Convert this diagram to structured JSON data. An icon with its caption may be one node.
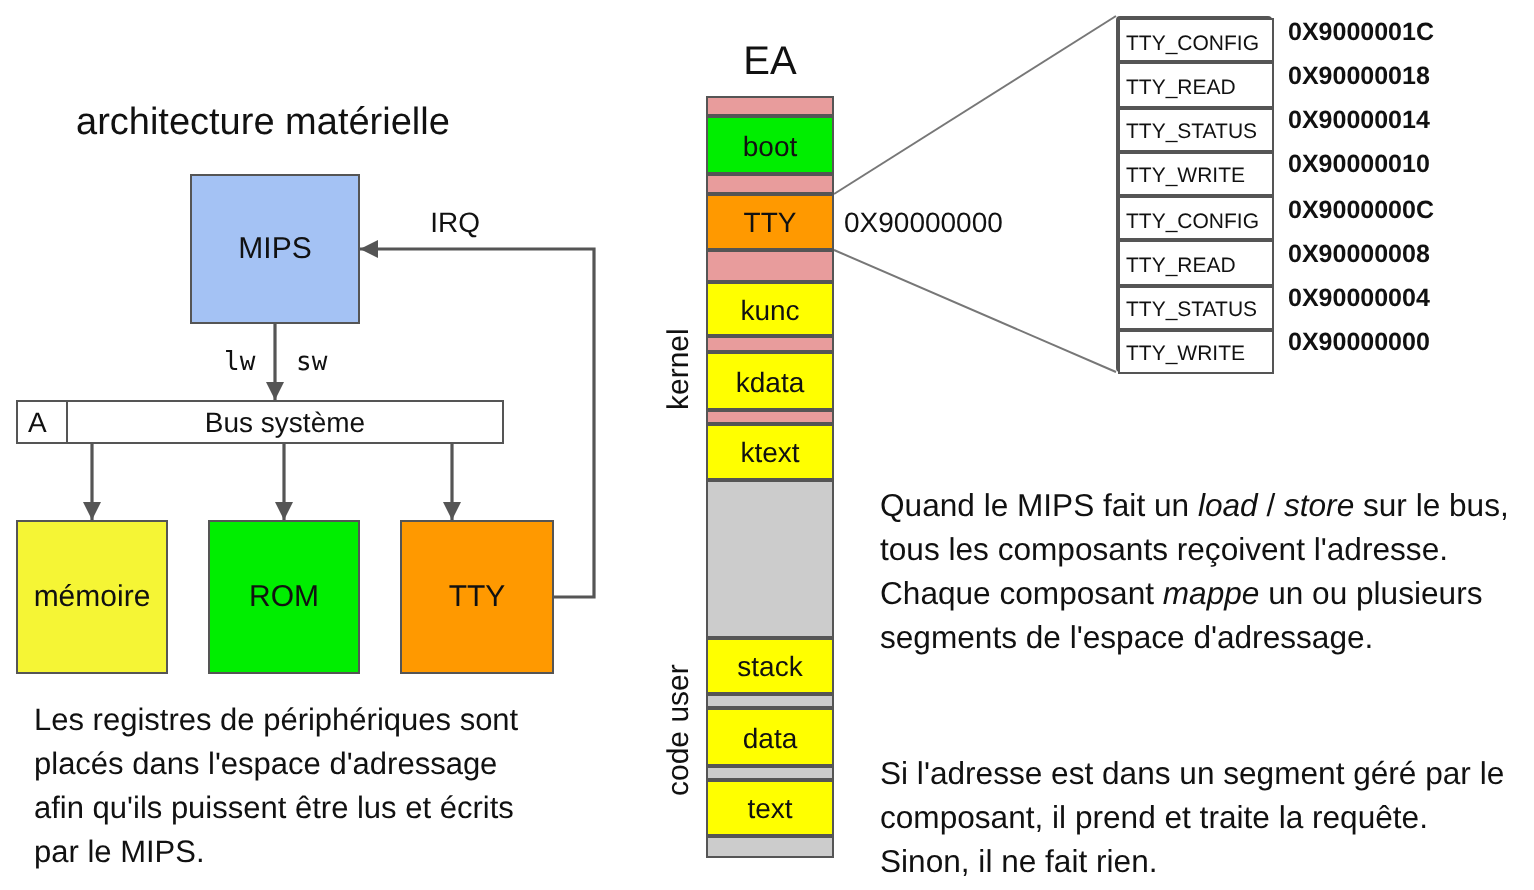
{
  "diagram": {
    "title": "architecture matérielle",
    "nodes": [
      {
        "text": [
          "MIPS"
        ]
      },
      {
        "text": [
          "A",
          "Bus système"
        ]
      },
      {
        "text": [
          "mémoire"
        ]
      },
      {
        "text": [
          "ROM"
        ]
      },
      {
        "text": [
          "TTY"
        ]
      },
      {
        "text": [
          "EA"
        ]
      },
      {
        "text": [],
        "shape": "bar",
        "in": 5
      },
      {
        "text": [
          "boot"
        ],
        "in": 5
      },
      {
        "text": [],
        "shape": "bar",
        "in": 5
      },
      {
        "text": [
          "TTY"
        ],
        "in": 5,
        "beside": [
          "0X90000000"
        ]
      },
      {
        "text": [],
        "shape": "bar",
        "in": 5
      },
      {
        "text": [
          "kunc"
        ],
        "in": 5
      },
      {
        "text": [],
        "shape": "bar",
        "in": 5
      },
      {
        "text": [
          "kdata"
        ],
        "in": 5
      },
      {
        "text": [],
        "shape": "bar",
        "in": 5
      },
      {
        "text": [
          "ktext"
        ],
        "in": 5
      },
      {
        "text": [],
        "shape": "bar",
        "in": 5
      },
      {
        "text": [
          "stack"
        ],
        "in": 5
      },
      {
        "text": [],
        "shape": "bar",
        "in": 5
      },
      {
        "text": [
          "data"
        ],
        "in": 5
      },
      {
        "text": [],
        "shape": "bar",
        "in": 5
      },
      {
        "text": [
          "text"
        ],
        "in": 5
      },
      {
        "text": [],
        "shape": "bar",
        "in": 5
      },
      {
        "text": [],
        "shape": "box"
      },
      {
        "text": [
          "TTY_CONFIG"
        ],
        "in": 23,
        "beside": [
          "0X9000001C"
        ]
      },
      {
        "text": [
          "TTY_READ"
        ],
        "in": 23,
        "beside": [
          "0X90000018"
        ]
      },
      {
        "text": [
          "TTY_STATUS"
        ],
        "in": 23,
        "beside": [
          "0X90000014"
        ]
      },
      {
        "text": [
          "TTY_WRITE"
        ],
        "in": 23,
        "beside": [
          "0X90000010"
        ]
      },
      {
        "text": [
          "TTY_CONFIG"
        ],
        "in": 23,
        "beside": [
          "0X9000000C"
        ]
      },
      {
        "text": [
          "TTY_READ"
        ],
        "in": 23,
        "beside": [
          "0X90000008"
        ]
      },
      {
        "text": [
          "TTY_STATUS"
        ],
        "in": 23,
        "beside": [
          "0X90000004"
        ]
      },
      {
        "text": [
          "TTY_WRITE"
        ],
        "in": 23,
        "beside": [
          "0X90000000"
        ]
      }
    ],
    "edges": [
      {
        "from": 0,
        "to": 1,
        "arrow": "to"
      },
      {
        "from": 1,
        "to": 2,
        "arrow": "to"
      },
      {
        "from": 1,
        "to": 3,
        "arrow": "to"
      },
      {
        "from": 1,
        "to": 4,
        "arrow": "to"
      },
      {
        "from": 4,
        "to": 0,
        "arrow": "to",
        "label": "IRQ"
      },
      {
        "from": 9,
        "to": 23,
        "arrow": "none"
      },
      {
        "from": 9,
        "to": 23,
        "arrow": "none"
      }
    ],
    "labels": [
      "lw",
      "sw",
      "kernel",
      "code user",
      "Les registres de périphériques sont placés dans l'espace d'adressage afin qu'ils puissent être lus et écrits par le MIPS.",
      "Quand le MIPS fait un *load* / *store* sur le bus, tous les composants reçoivent l'adresse. Chaque composant *mappe* un ou plusieurs segments de l'espace d'adressage.",
      "Si l'adresse est dans un segment géré par le composant, il prend et traite la requête. Sinon, il ne fait rien."
    ]
  }
}
